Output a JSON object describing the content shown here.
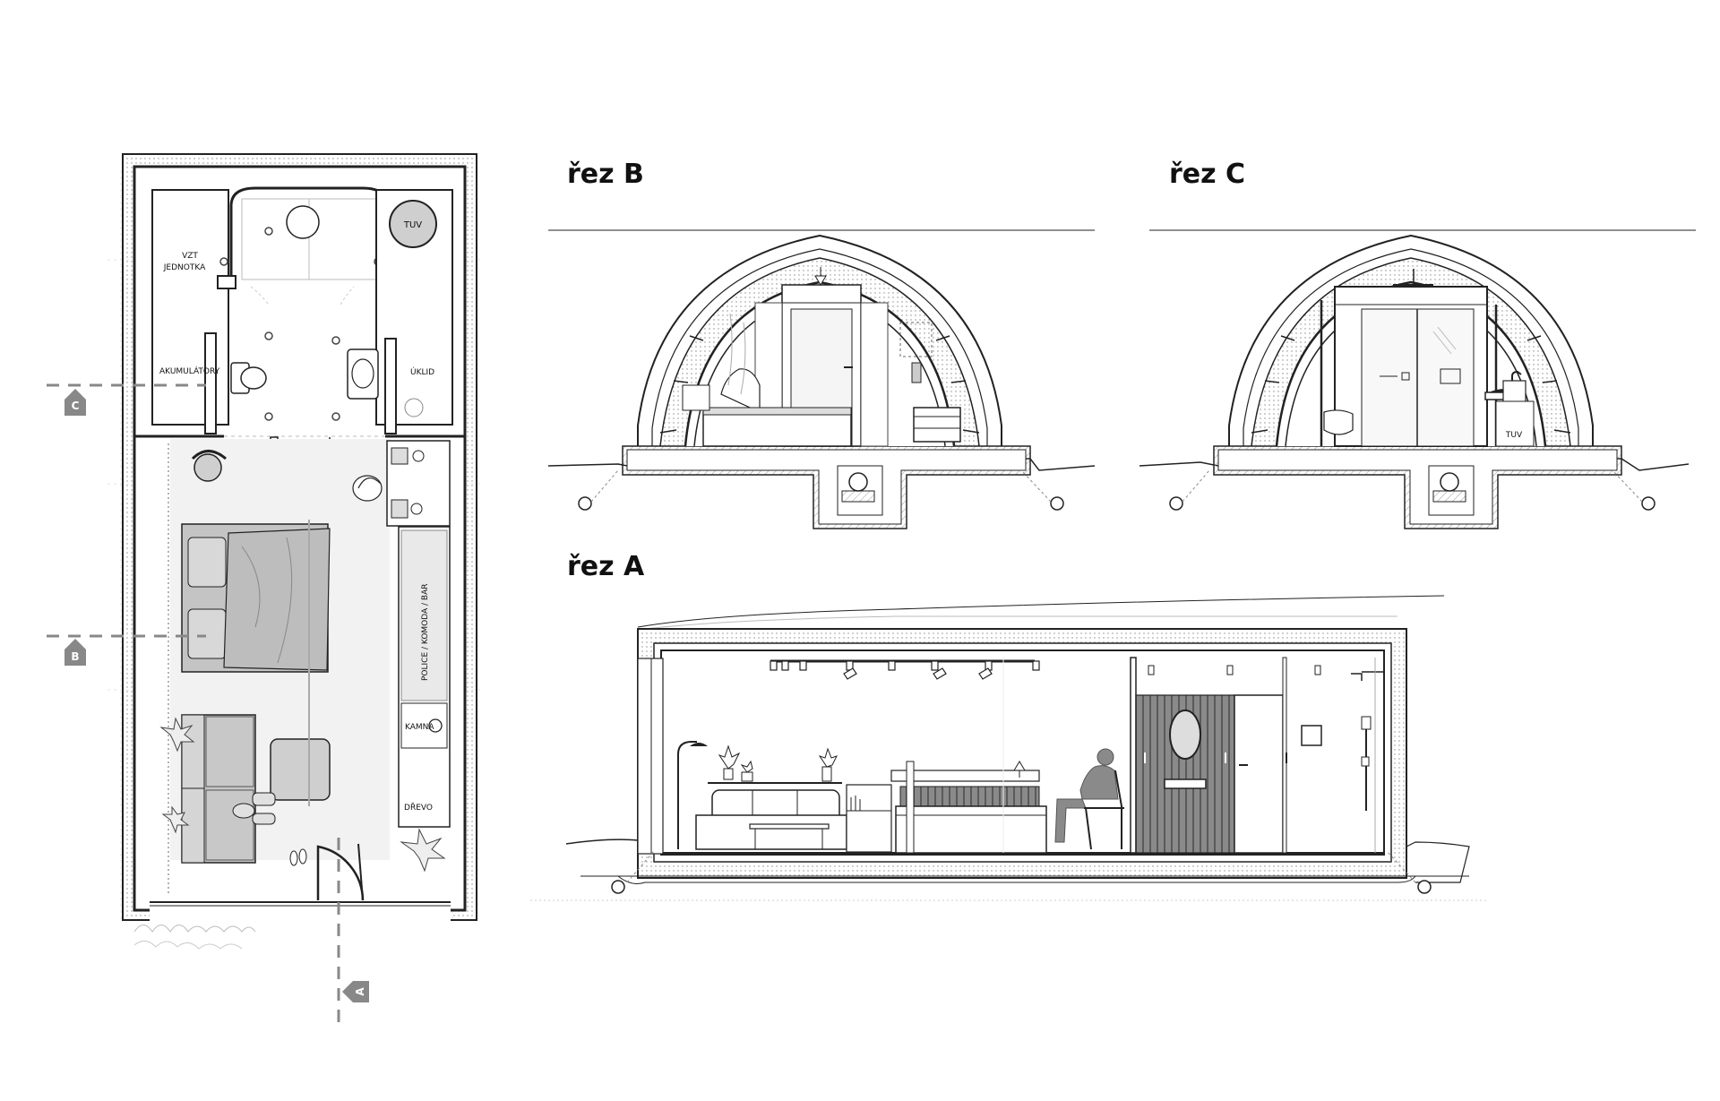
{
  "plan": {
    "labels": {
      "vzt_1": "VZT",
      "vzt_2": "JEDNOTKA",
      "tuv": "TUV",
      "akumulatory": "AKUMULÁTORY",
      "uklid": "ÚKLID",
      "police": "POLICE / KOMODA / BAR",
      "kamna": "KAMNA",
      "drevo": "DŘEVO"
    },
    "markers": {
      "a": "A",
      "b": "B",
      "c": "C"
    }
  },
  "sections": {
    "b": {
      "title": "řez B"
    },
    "c": {
      "title": "řez C",
      "tuv": "TUV"
    },
    "a": {
      "title": "řez A"
    }
  },
  "colors": {
    "line": "#222222",
    "gray": "#9a9a9a",
    "fill_light": "#d9d9d9",
    "fill_mid": "#bdbdbd",
    "dark": "#555555"
  }
}
